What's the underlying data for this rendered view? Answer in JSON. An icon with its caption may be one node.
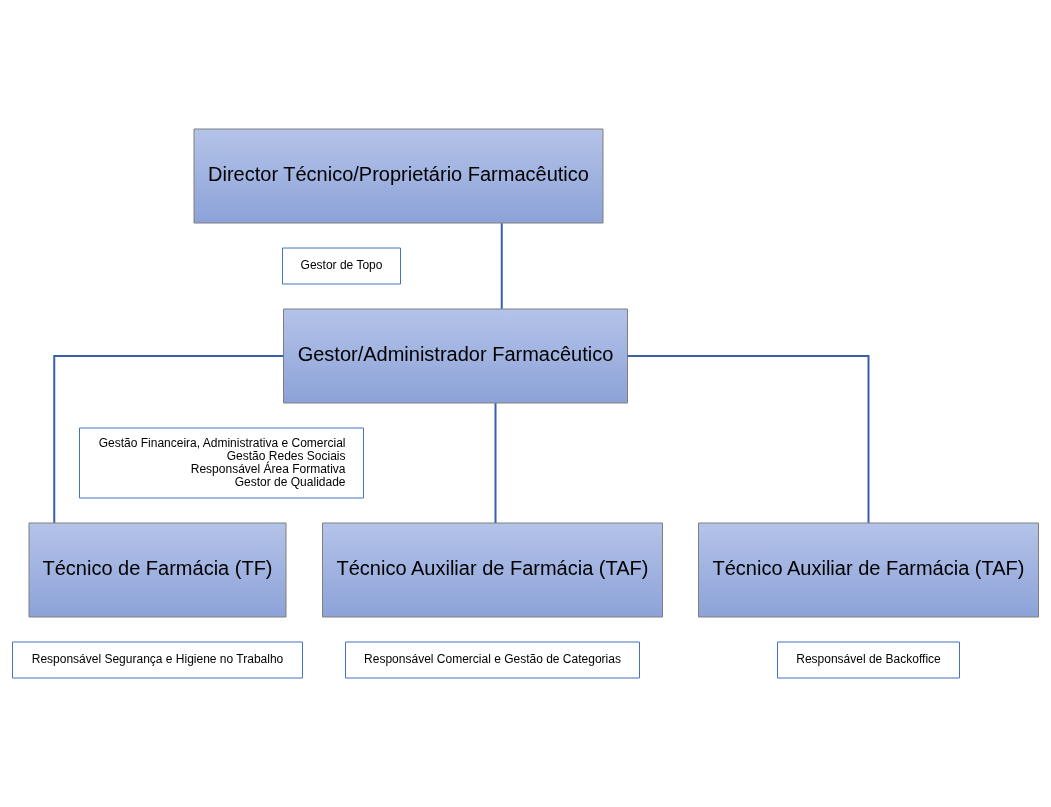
{
  "diagram": {
    "nodes": [
      {
        "text": [
          "Director Técnico/Proprietário Farmacêutico"
        ]
      },
      {
        "text": [
          "Gestor de Topo"
        ]
      },
      {
        "text": [
          "Gestor/Administrador Farmacêutico"
        ]
      },
      {
        "text": [
          "Gestão Financeira, Administrativa e Comercial",
          "Gestão Redes Sociais",
          "Responsável Área Formativa",
          "Gestor de Qualidade"
        ]
      },
      {
        "text": [
          "Técnico de Farmácia (TF)"
        ]
      },
      {
        "text": [
          "Responsável Segurança e Higiene no Trabalho"
        ]
      },
      {
        "text": [
          "Técnico Auxiliar de Farmácia (TAF)"
        ]
      },
      {
        "text": [
          "Responsável Comercial e Gestão de Categorias"
        ]
      },
      {
        "text": [
          "Técnico Auxiliar de Farmácia (TAF)"
        ]
      },
      {
        "text": [
          "Responsável de Backoffice"
        ]
      }
    ],
    "edges": [
      {
        "from": 0,
        "to": 2,
        "arrow": "none"
      },
      {
        "from": 2,
        "to": 4,
        "arrow": "none"
      },
      {
        "from": 2,
        "to": 6,
        "arrow": "none"
      },
      {
        "from": 2,
        "to": 8,
        "arrow": "none"
      }
    ]
  }
}
